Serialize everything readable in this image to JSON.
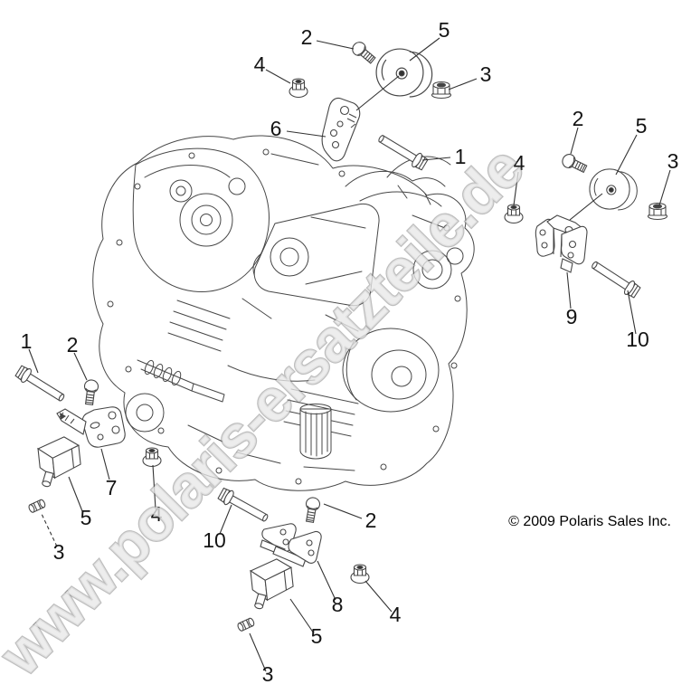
{
  "watermark": {
    "text": "www.polaris-ersatzteile.de"
  },
  "footer": {
    "copyright": "© 2009 Polaris Sales Inc."
  },
  "diagram": {
    "subject": "engine-mounting-exploded-view"
  },
  "callouts": [
    {
      "label": "2",
      "part": "button-screw",
      "cluster": "top"
    },
    {
      "label": "5",
      "part": "rubber-mount",
      "cluster": "top"
    },
    {
      "label": "4",
      "part": "flange-nut",
      "cluster": "top"
    },
    {
      "label": "3",
      "part": "hex-nut",
      "cluster": "top"
    },
    {
      "label": "6",
      "part": "bracket",
      "cluster": "top"
    },
    {
      "label": "1",
      "part": "flange-bolt",
      "cluster": "top"
    },
    {
      "label": "2",
      "part": "button-screw",
      "cluster": "right"
    },
    {
      "label": "5",
      "part": "rubber-mount",
      "cluster": "right"
    },
    {
      "label": "4",
      "part": "flange-nut",
      "cluster": "right"
    },
    {
      "label": "3",
      "part": "hex-nut",
      "cluster": "right"
    },
    {
      "label": "9",
      "part": "bracket",
      "cluster": "right"
    },
    {
      "label": "10",
      "part": "flange-bolt",
      "cluster": "right"
    },
    {
      "label": "1",
      "part": "flange-bolt",
      "cluster": "left"
    },
    {
      "label": "2",
      "part": "button-screw",
      "cluster": "left"
    },
    {
      "label": "7",
      "part": "bracket",
      "cluster": "left"
    },
    {
      "label": "5",
      "part": "block-mount",
      "cluster": "left"
    },
    {
      "label": "3",
      "part": "stud",
      "cluster": "left"
    },
    {
      "label": "4",
      "part": "flange-nut",
      "cluster": "left"
    },
    {
      "label": "10",
      "part": "flange-bolt",
      "cluster": "bottom"
    },
    {
      "label": "2",
      "part": "button-screw",
      "cluster": "bottom"
    },
    {
      "label": "8",
      "part": "bracket",
      "cluster": "bottom"
    },
    {
      "label": "5",
      "part": "block-mount",
      "cluster": "bottom"
    },
    {
      "label": "4",
      "part": "flange-nut",
      "cluster": "bottom"
    },
    {
      "label": "3",
      "part": "stud",
      "cluster": "bottom"
    }
  ],
  "colors": {
    "line": "#474747",
    "label": "#141414",
    "watermark": "#e8e8e8"
  }
}
